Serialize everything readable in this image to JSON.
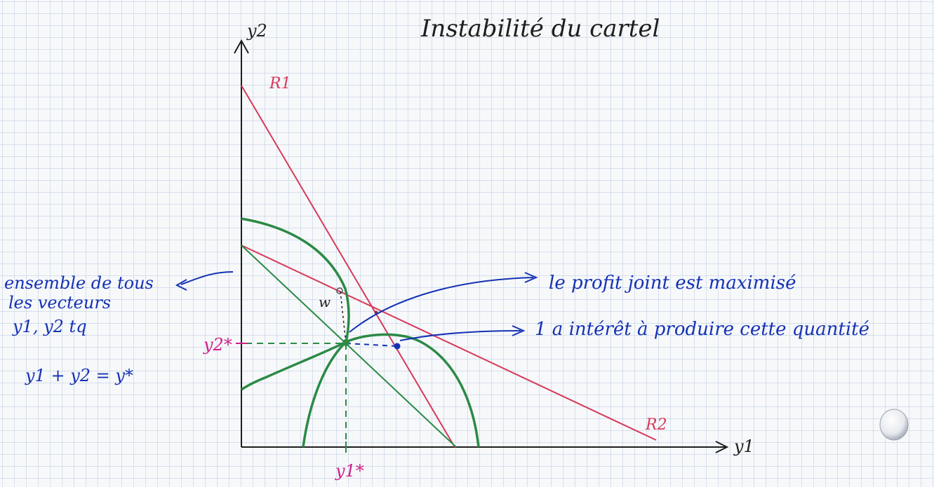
{
  "title": "Instabilité du cartel",
  "axes": {
    "x_label": "y1",
    "y_label": "y2"
  },
  "reaction_curves": {
    "r1_label": "R1",
    "r2_label": "R2"
  },
  "equilibrium": {
    "x_star_label": "y1*",
    "y_star_label": "y2*",
    "w_label": "w"
  },
  "annotations": {
    "left_note_line1": "ensemble de tous",
    "left_note_line2": "les vecteurs",
    "left_note_line3": "y1, y2 tq",
    "left_note_line4": "y1 + y2 = y*",
    "right_note_1": "le profit joint est maximisé",
    "right_note_2": "1 a intérêt à produire cette quantité"
  },
  "colors": {
    "grid": "#b7c7de",
    "axis": "#1e1e1e",
    "reaction": "#d63a5a",
    "isoprofit": "#2b8a45",
    "star": "#d0208a",
    "annotation": "#1432b4"
  }
}
